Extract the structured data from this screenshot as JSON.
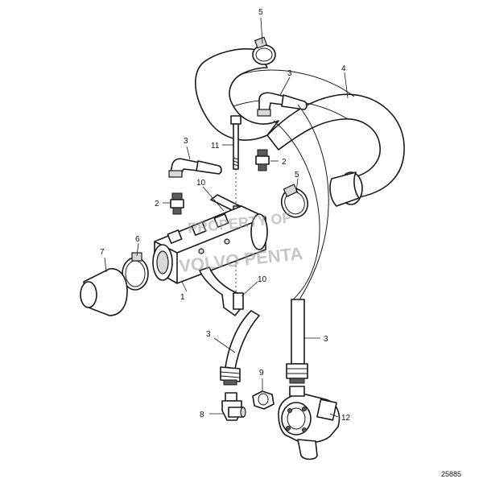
{
  "watermark": {
    "line1": "PROPERTY OF",
    "line2": "VOLVO PENTA"
  },
  "figure_number": "25885",
  "callouts": {
    "c5_top": "5",
    "c3_top": "3",
    "c4": "4",
    "c11": "11",
    "c2_right": "2",
    "c3_left": "3",
    "c10_top": "10",
    "c5_mid": "5",
    "c2_left": "2",
    "c7": "7",
    "c6": "6",
    "c1": "1",
    "c10_bottom": "10",
    "c3_bottom_left": "3",
    "c3_bottom_right": "3",
    "c9": "9",
    "c8": "8",
    "c12": "12"
  }
}
